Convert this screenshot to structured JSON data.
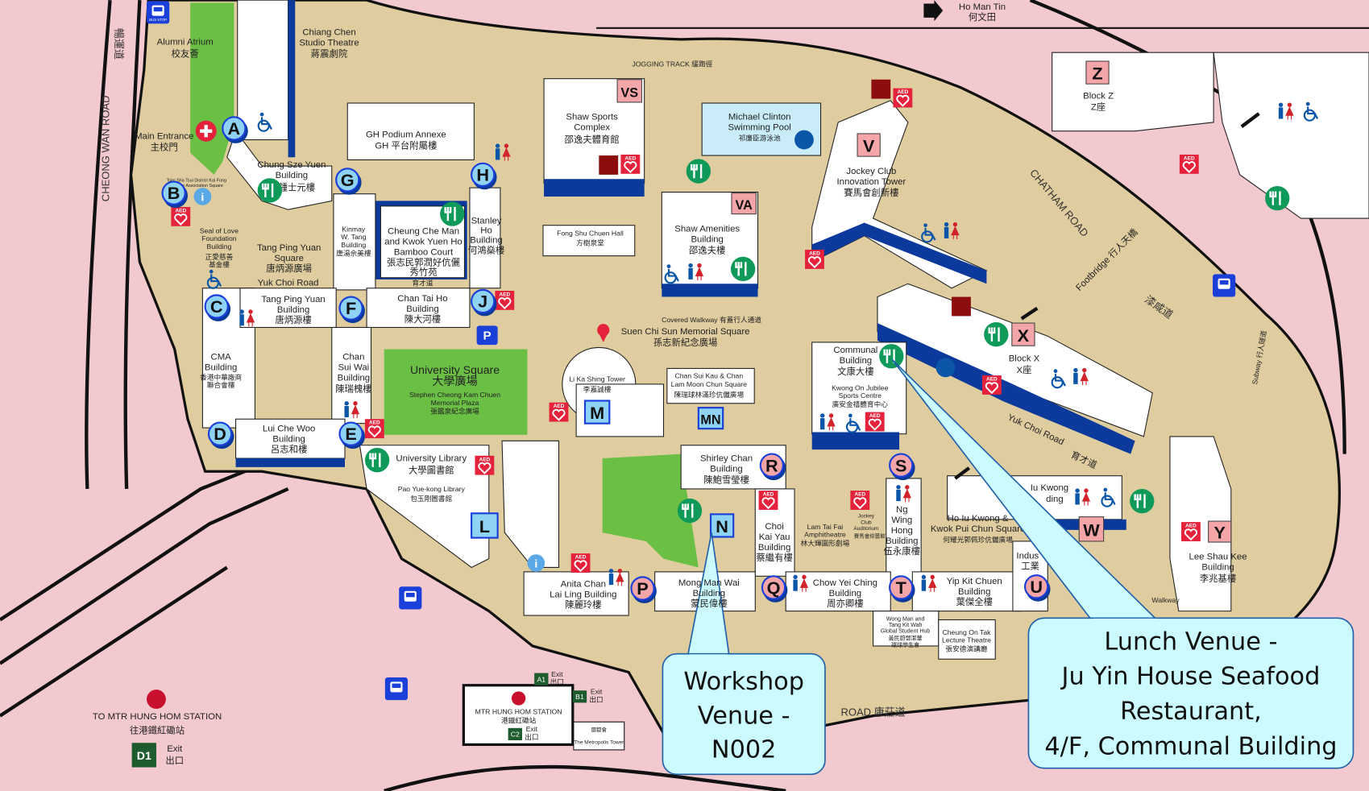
{
  "map": {
    "title": "PolyU Campus Map",
    "colors": {
      "background": "#f2c9cf",
      "campus": "#dfcd9f",
      "building": "#ffffff",
      "building_shadow": "#0b3a9c",
      "green": "#6bbf45",
      "marker_blue": "#8fd3f4",
      "marker_pink": "#f4a5a8",
      "callout": "#ccfbff",
      "aed": "#e4223c",
      "dining": "#0f9a5a"
    },
    "roads": {
      "cheong_wan": "CHEONG  WAN  ROAD",
      "cheong_wan_zh": "暢運道",
      "chatham": "CHATHAM  ROAD",
      "chatham_zh": "漆咸道",
      "yuk_choi_1": "Yuk Choi Road",
      "yuk_choi_2": "Yuk Choi Road",
      "yuk_choi_zh": "育才道",
      "ho_man_tin": "Ho Man Tin",
      "ho_man_tin_zh": "何文田",
      "jogging": "JOGGING TRACK  緩跑徑",
      "covered_walkway": "Covered Walkway  有蓋行人通道",
      "footbridge": "Footbridge 行人天橋",
      "subway": "Subway 行人隧道",
      "hong_chong": "ROAD  康莊道",
      "walkway": "Walkway"
    },
    "buildings": {
      "alumni": [
        "Alumni Atrium",
        "校友薈"
      ],
      "chiang_chen": [
        "Chiang Chen",
        "Studio Theatre",
        "蔣震劇院"
      ],
      "main_entrance": [
        "Main Entrance",
        "主校門"
      ],
      "kaifong": [
        "Tsim Sha Tsui District Kai Fong",
        "Welfare Association Square"
      ],
      "gh_podium": [
        "GH Podium Annexe",
        "GH  平台附屬樓"
      ],
      "chung_sze_yuen": [
        "Chung Sze Yuen",
        "Building",
        "鍾士元樓"
      ],
      "seal_of_love": [
        "Seal of Love",
        "Foundation",
        "Building",
        "正愛慈善",
        "基金樓"
      ],
      "tang_ping_yuan_sq": [
        "Tang Ping Yuan",
        "Square",
        "唐炳源廣場"
      ],
      "kinmay": [
        "Kinmay",
        "W. Tang",
        "Building",
        "唐湯佘美樓"
      ],
      "bamboo_court": [
        "Cheung Che Man",
        "and Kwok Yuen Ho",
        "Bamboo Court",
        "張志民郭潤好伉儷",
        "秀竹苑"
      ],
      "stanley_ho": [
        "Stanley",
        "Ho",
        "Building",
        "何鴻燊樓"
      ],
      "yuk_choi_road_label": [
        "Yuk Choi Road",
        "育才道"
      ],
      "tang_ping_yuan_bldg": [
        "Tang Ping Yuan",
        "Building",
        "唐炳源樓"
      ],
      "chan_tai_ho": [
        "Chan Tai Ho",
        "Building",
        "陳大河樓"
      ],
      "cma": [
        "CMA",
        "Building",
        "香港中華廠商",
        "聯合會樓"
      ],
      "chan_sui_wai": [
        "Chan",
        "Sui Wai",
        "Building",
        "陳瑞槐樓"
      ],
      "university_square": [
        "University Square",
        "大學廣場",
        "Stephen Cheong Kam Chuen",
        "Memorial Plaza",
        "張鑑泉紀念廣場"
      ],
      "lui_che_woo": [
        "Lui Che Woo",
        "Building",
        "呂志和樓"
      ],
      "library": [
        "University Library",
        "大學圖書館",
        "Pao Yue-kong Library",
        "包玉剛圖書館"
      ],
      "shaw_sports": [
        "Shaw Sports",
        "Complex",
        "邵逸夫體育館"
      ],
      "fong_shu_chuen": [
        "Fong Shu Chuen Hall",
        "方樹泉堂"
      ],
      "shaw_amenities": [
        "Shaw Amenities",
        "Building",
        "邵逸夫樓"
      ],
      "swimming_pool": [
        "Michael Clinton",
        "Swimming Pool",
        "祁廉臣游泳池"
      ],
      "innovation_tower": [
        "Jockey Club",
        "Innovation Tower",
        "賽馬會創新樓"
      ],
      "block_z": [
        "Block Z",
        "Z座"
      ],
      "block_x": [
        "Block X",
        "X座"
      ],
      "suen_chi_sun": [
        "Suen Chi Sun Memorial Square",
        "孫志新紀念廣場"
      ],
      "li_ka_shing": [
        "Li Ka Shing Tower",
        "李嘉誠樓"
      ],
      "chan_sui_kau": [
        "Chan Sui Kau & Chan",
        "Lam Moon Chun Square",
        "陳瑞球林滿珍伉儷廣場"
      ],
      "communal": [
        "Communal",
        "Building",
        "文康大樓"
      ],
      "kwong_on": [
        "Kwong On Jubilee",
        "Sports Centre",
        "廣安金禧體育中心"
      ],
      "shirley_chan": [
        "Shirley Chan",
        "Building",
        "陳鮑雪瑩樓"
      ],
      "choi_kai_yau": [
        "Choi",
        "Kai Yau",
        "Building",
        "蔡繼有樓"
      ],
      "lam_tai_fai": [
        "Lam Tai Fai",
        "Amphitheatre",
        "林大輝圓形劇場"
      ],
      "jockey_auditorium": [
        "Jockey",
        "Club",
        "Auditorium",
        "賽馬會綜藝館"
      ],
      "ng_wing_hong": [
        "Ng",
        "Wing",
        "Hong",
        "Building",
        "伍永康樓"
      ],
      "ho_iu_kwong_sq": [
        "Ho Iu Kwong &",
        "Kwok Pui Chun Square",
        "何耀光郭佩珍伉儷廣場"
      ],
      "ho_iu_kwong_bldg": [
        "Iu Kwong",
        "ding"
      ],
      "lee_shau_kee": [
        "Lee Shau Kee",
        "Building",
        "李兆基樓"
      ],
      "anita_chan": [
        "Anita Chan",
        "Lai Ling Building",
        "陳麗玲樓"
      ],
      "mong_man_wai": [
        "Mong Man Wai",
        "Building",
        "蒙民偉樓"
      ],
      "chow_yei_ching": [
        "Chow Yei Ching",
        "Building",
        "周亦卿樓"
      ],
      "yip_kit_chuen": [
        "Yip Kit Chuen",
        "Building",
        "葉傑全樓"
      ],
      "industrial": [
        "Indus",
        "工業"
      ],
      "global_hub": [
        "Wong Man and",
        "Tang Kit Wah",
        "Global Student Hub",
        "黃民蔚鄧潔華",
        "環球學生會"
      ],
      "cheung_on_tak": [
        "Cheung On Tak",
        "Lecture Theatre",
        "張安德演講廳"
      ]
    },
    "transport": {
      "to_mtr": "TO MTR HUNG HOM STATION",
      "to_mtr_zh": "往港鐵紅磡站",
      "mtr_station": "MTR HUNG HOM STATION",
      "mtr_station_zh": "港鐵紅磡站",
      "metropolis": [
        "國都會",
        "The Metropolis Tower"
      ],
      "exits": [
        {
          "code": "D1",
          "label": "Exit",
          "label_zh": "出口"
        },
        {
          "code": "A1",
          "label": "Exit",
          "label_zh": "出口"
        },
        {
          "code": "B1",
          "label": "Exit",
          "label_zh": "出口"
        },
        {
          "code": "C2",
          "label": "Exit",
          "label_zh": "出口"
        }
      ],
      "bus_stop": "BUS STOP"
    },
    "markers": {
      "A": "A",
      "B": "B",
      "C": "C",
      "D": "D",
      "E": "E",
      "F": "F",
      "G": "G",
      "H": "H",
      "J": "J",
      "L": "L",
      "M": "M",
      "MN": "MN",
      "N": "N",
      "P": "P",
      "Q": "Q",
      "R": "R",
      "S": "S",
      "T": "T",
      "U": "U",
      "V": "V",
      "VS": "VS",
      "VA": "VA",
      "W": "W",
      "X": "X",
      "Y": "Y",
      "Z": "Z"
    },
    "icons": {
      "aed": "AED",
      "parking": "P",
      "info": "i"
    },
    "callouts": {
      "workshop": [
        "Workshop",
        "Venue -",
        "N002"
      ],
      "lunch": [
        "Lunch Venue -",
        "Ju Yin House Seafood",
        "Restaurant,",
        "4/F, Communal Building"
      ]
    }
  }
}
